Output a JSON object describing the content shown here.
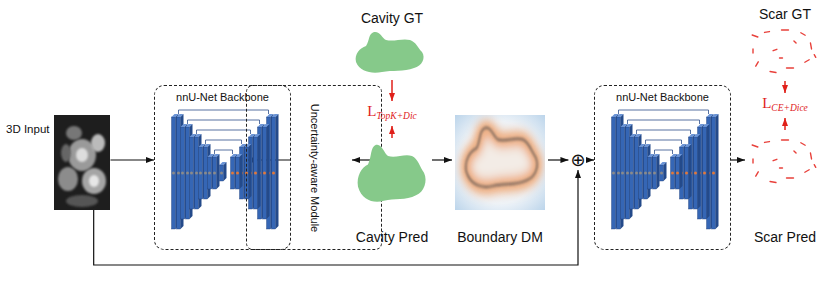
{
  "diagram": {
    "nodes": [
      {
        "text": [
          "3D Input"
        ]
      },
      {
        "text": [
          "nnU-Net Backbone"
        ]
      },
      {
        "text": [
          "Uncertainty-aware Module"
        ]
      },
      {
        "text": [
          "Cavity GT"
        ]
      },
      {
        "text": [
          "Cavity Pred"
        ]
      },
      {
        "text": [
          "Boundary DM"
        ]
      },
      {
        "text": [
          "⊕"
        ]
      },
      {
        "text": [
          "nnU-Net Backbone"
        ]
      },
      {
        "text": [
          "Scar GT"
        ]
      },
      {
        "text": [
          "Scar Pred"
        ]
      }
    ],
    "edges": [
      {
        "from": 0,
        "to": 1,
        "arrow": "to"
      },
      {
        "from": 1,
        "to": 2,
        "arrow": "to"
      },
      {
        "from": 2,
        "to": 4,
        "arrow": "to"
      },
      {
        "from": 4,
        "to": 5,
        "arrow": "to"
      },
      {
        "from": 5,
        "to": 6,
        "arrow": "to"
      },
      {
        "from": 0,
        "to": 6,
        "arrow": "to"
      },
      {
        "from": 6,
        "to": 7,
        "arrow": "to"
      },
      {
        "from": 7,
        "to": 9,
        "arrow": "to"
      }
    ],
    "labels": [
      "L",
      "TopK+Dic",
      "L",
      "CE+Dice"
    ]
  }
}
